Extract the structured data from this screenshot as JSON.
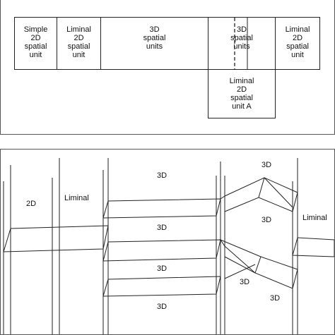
{
  "top_diagram": {
    "simple_2d": "Simple\n2D\nspatial\nunit",
    "liminal_left": "Liminal\n2D\nspatial\nunit",
    "units_3d": "3D\nspatial\nunits",
    "units_3d_split": "3D\nspatial\nunits",
    "liminal_right": "Liminal\n2D\nspatial\nunit",
    "liminal_a": "Liminal\n2D\nspatial\nunit A"
  },
  "bottom_diagram": {
    "label_2d": "2D",
    "label_liminal_left": "Liminal",
    "label_3d_top_left": "3D",
    "label_3d_top_right": "3D",
    "label_3d_right_mid": "3D",
    "label_liminal_right": "Liminal",
    "label_3d_row1": "3D",
    "label_3d_row2": "3D",
    "label_3d_row3": "3D",
    "label_3d_lower_mid": "3D",
    "label_3d_lower_right": "3D"
  }
}
